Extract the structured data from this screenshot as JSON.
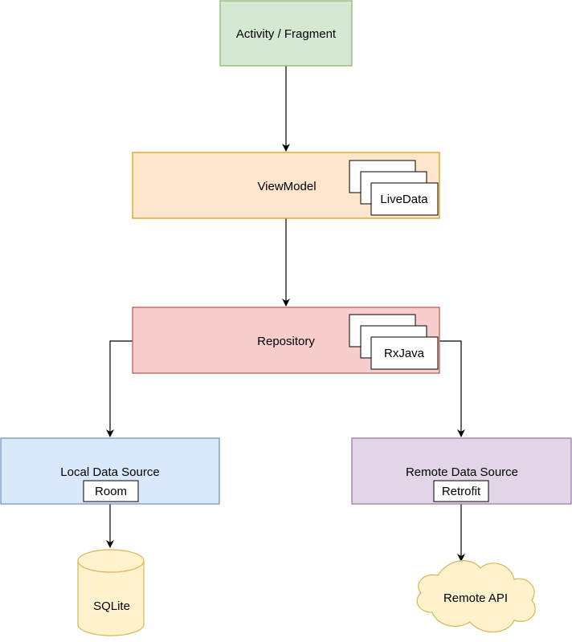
{
  "nodes": {
    "activity": {
      "label": "Activity / Fragment"
    },
    "viewmodel": {
      "label": "ViewModel",
      "stack_label": "LiveData"
    },
    "repository": {
      "label": "Repository",
      "stack_label": "RxJava"
    },
    "local": {
      "label": "Local Data Source",
      "badge": "Room"
    },
    "remote": {
      "label": "Remote Data Source",
      "badge": "Retrofit"
    },
    "sqlite": {
      "label": "SQLite"
    },
    "remote_api": {
      "label": "Remote API"
    }
  },
  "colors": {
    "green_fill": "#d5e8d4",
    "green_stroke": "#82b366",
    "orange_fill": "#ffe6cc",
    "orange_stroke": "#d79b00",
    "red_fill": "#f8cecc",
    "red_stroke": "#b85450",
    "blue_fill": "#dae8fc",
    "blue_stroke": "#6c8ebf",
    "purple_fill": "#e1d5e7",
    "purple_stroke": "#9673a6",
    "yellow_fill": "#fff2cc",
    "yellow_stroke": "#d6b656"
  }
}
